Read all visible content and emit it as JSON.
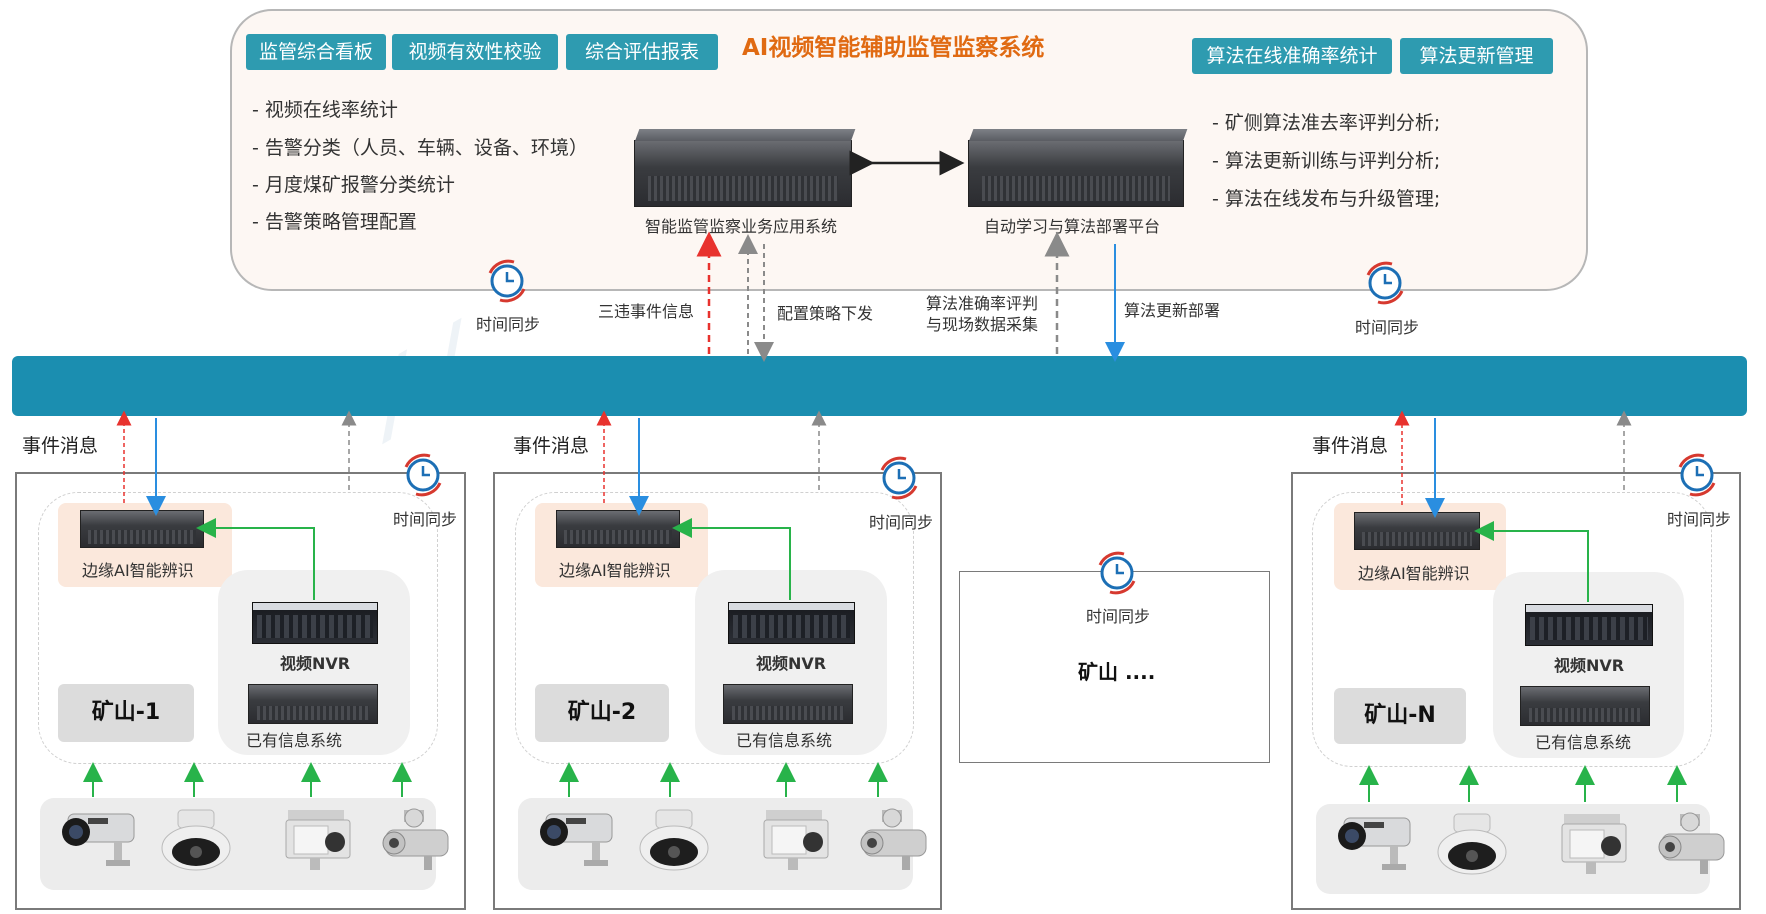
{
  "system": {
    "title": "AI视频智能辅助监管监察系统",
    "tags_left": [
      "监管综合看板",
      "视频有效性校验",
      "综合评估报表"
    ],
    "tags_right": [
      "算法在线准确率统计",
      "算法更新管理"
    ],
    "features_left": [
      "- 视频在线率统计",
      "- 告警分类（人员、车辆、设备、环境）",
      "- 月度煤矿报警分类统计",
      "- 告警策略管理配置"
    ],
    "features_right": [
      "- 矿侧算法准去率评判分析;",
      "- 算法更新训练与评判分析;",
      "- 算法在线发布与升级管理;"
    ],
    "server_app_label": "智能监管监察业务应用系统",
    "server_ai_label": "自动学习与算法部署平台"
  },
  "flows": {
    "violation_info": "三违事件信息",
    "config_push": "配置策略下发",
    "accuracy_line1": "算法准确率评判",
    "accuracy_line2": "与现场数据采集",
    "algo_deploy": "算法更新部署"
  },
  "time_sync": "时间同步",
  "event_msg": "事件消息",
  "mine_components": {
    "edge": "边缘AI智能辨识",
    "nvr": "视频NVR",
    "existing": "已有信息系统"
  },
  "mines": [
    "矿山-1",
    "矿山-2",
    "矿山-N"
  ],
  "mine_more": "矿山 ....",
  "colors": {
    "accent_orange": "#e06a12",
    "tag_teal": "#2e9bb0",
    "bus_blue": "#1b8eb0",
    "flow_red": "#e8322e",
    "flow_blue": "#2a8ee0",
    "flow_green": "#28b34a",
    "flow_gray": "#8a8a8a"
  }
}
